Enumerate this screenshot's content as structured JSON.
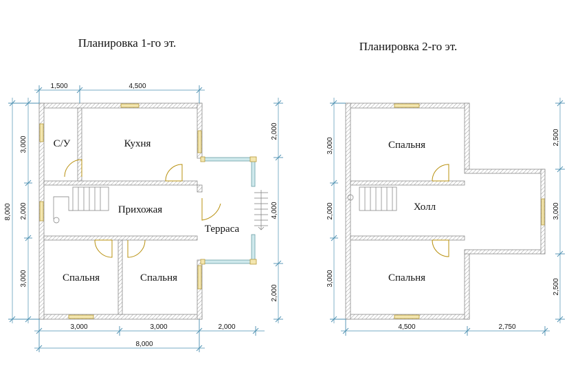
{
  "plans": {
    "first": {
      "title": "Планировка 1-го эт.",
      "rooms": {
        "wc": "С/У",
        "kitchen": "Кухня",
        "hall": "Прихожая",
        "terrace": "Терраса",
        "bedroom_left": "Спальня",
        "bedroom_right": "Спальня"
      },
      "dims": {
        "top_a": "1,500",
        "top_b": "4,500",
        "left_total": "8,000",
        "left_a": "3,000",
        "left_b": "2,000",
        "left_c": "3,000",
        "right_a": "2,000",
        "right_b": "4,000",
        "right_c": "2,000",
        "bottom_a": "3,000",
        "bottom_b": "3,000",
        "bottom_c": "2,000",
        "bottom_total": "8,000"
      }
    },
    "second": {
      "title": "Планировка 2-го эт.",
      "rooms": {
        "bedroom_top": "Спальня",
        "hall": "Холл",
        "bedroom_bottom": "Спальня"
      },
      "dims": {
        "left_a": "3,000",
        "left_b": "2,000",
        "left_c": "3,000",
        "right_a": "2,500",
        "right_b": "3,000",
        "right_c": "2,500",
        "bottom_a": "4,500",
        "bottom_b": "2,750"
      }
    }
  },
  "colors": {
    "dimension_line": "#4a8fb0",
    "window": "#f3e6b0",
    "door": "#b8900e"
  }
}
